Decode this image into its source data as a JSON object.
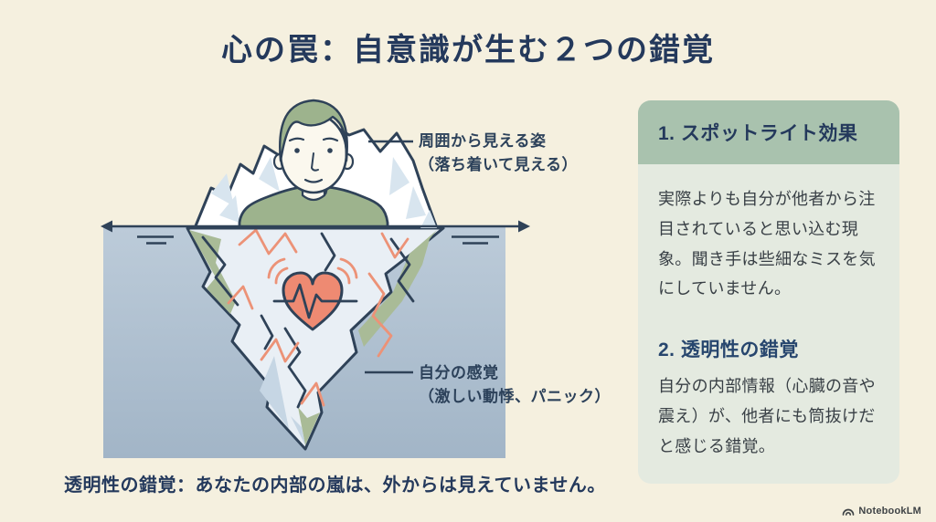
{
  "title": "心の罠：自意識が生む２つの錯覚",
  "illustration": {
    "label_visible": {
      "line1": "周囲から見える姿",
      "line2": "（落ち着いて見える）"
    },
    "label_inner": {
      "line1": "自分の感覚",
      "line2": "（激しい動悸、パニック）"
    },
    "caption": "透明性の錯覚：あなたの内部の嵐は、外からは見えていません。",
    "icons": {
      "iceberg": "iceberg-illustration",
      "person": "calm-person-figure",
      "heart": "pounding-heart-icon",
      "waterline": "waterline-double-arrow"
    }
  },
  "panel": {
    "sections": [
      {
        "heading": "1. スポットライト効果",
        "body": "実際よりも自分が他者から注目されていると思い込む現象。聞き手は些細なミスを気にしていません。"
      },
      {
        "heading": "2. 透明性の錯覚",
        "body": "自分の内部情報（心臓の音や震え）が、他者にも筒抜けだと感じる錯覚。"
      }
    ]
  },
  "watermark": {
    "label": "NotebookLM",
    "icon": "notebooklm-logo-icon"
  },
  "colors": {
    "background": "#f5f0df",
    "navy_outline": "#2f4258",
    "title_navy": "#24395c",
    "sage_green": "#9db38d",
    "panel_header_green": "#a9c2ae",
    "panel_body": "#e4eae0",
    "water_top": "#bccbd9",
    "water_bottom": "#a2b5c7",
    "salmon_accent": "#ec9277",
    "heart_fill": "#ee8a72"
  }
}
